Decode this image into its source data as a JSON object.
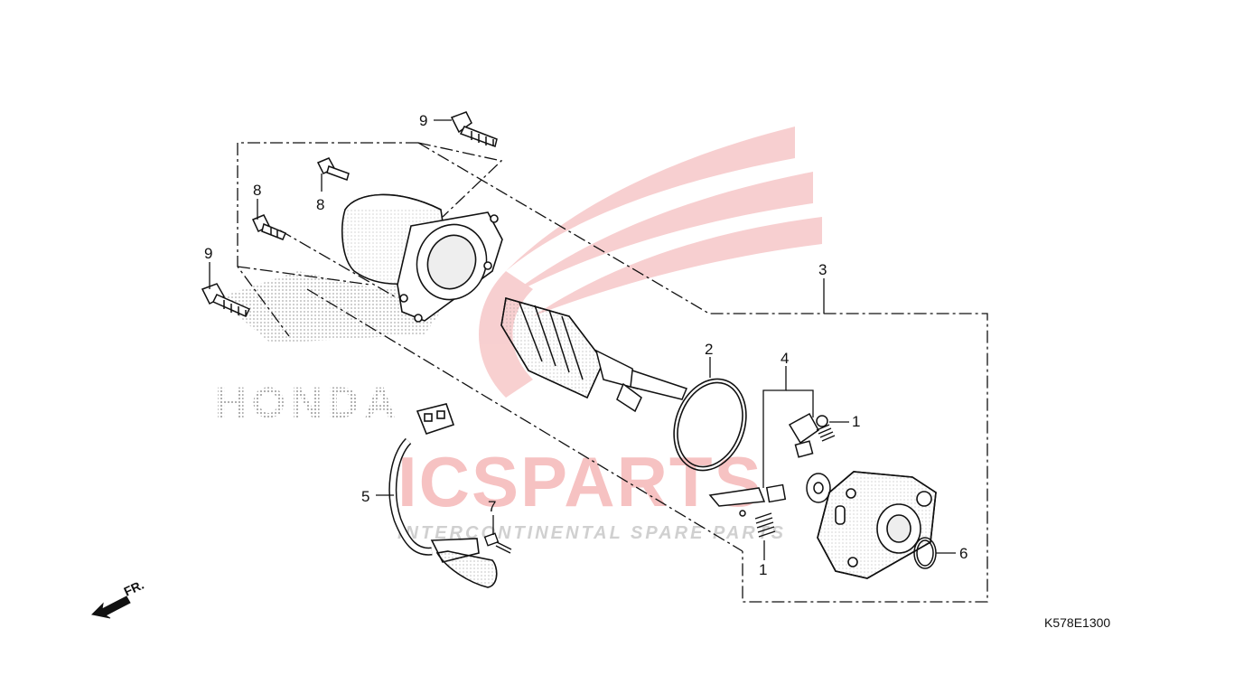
{
  "diagram": {
    "callouts": [
      "1",
      "1",
      "2",
      "3",
      "4",
      "5",
      "6",
      "7",
      "8",
      "8",
      "9",
      "9"
    ],
    "direction_label": "FR.",
    "diagram_code": "K578E1300"
  },
  "watermark": {
    "brand": "ICSPARTS",
    "tagline": "INTERCONTINENTAL SPARE PARTS",
    "logo_text": "HONDA",
    "colors": {
      "red": "#e8373c",
      "gray": "#9a9a9a"
    }
  }
}
